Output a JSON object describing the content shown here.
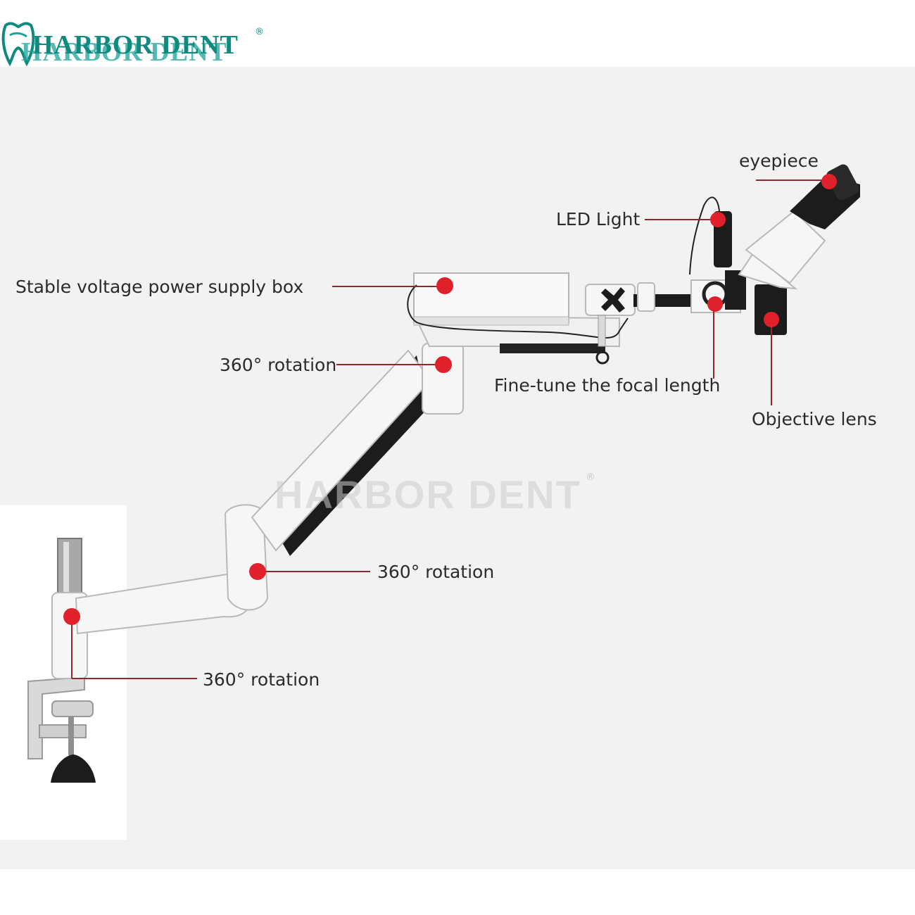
{
  "brand": {
    "logo_text": "HARBOR DENT",
    "registered_mark": "®",
    "watermark_text": "HARBOR DENT",
    "teal": "#10897e"
  },
  "labels": {
    "eyepiece": "eyepiece",
    "led_light": "LED Light",
    "power_box": "Stable voltage power supply box",
    "rotation_top": "360° rotation",
    "focal": "Fine-tune the focal length",
    "objective": "Objective lens",
    "rotation_middle": "360° rotation",
    "rotation_bottom": "360° rotation"
  },
  "colors": {
    "marker": "#e0202a",
    "leader_line": "#8c2a2a",
    "device_body": "#f6f6f6",
    "device_edge": "#b9b9b9",
    "device_dark": "#1c1c1c"
  }
}
